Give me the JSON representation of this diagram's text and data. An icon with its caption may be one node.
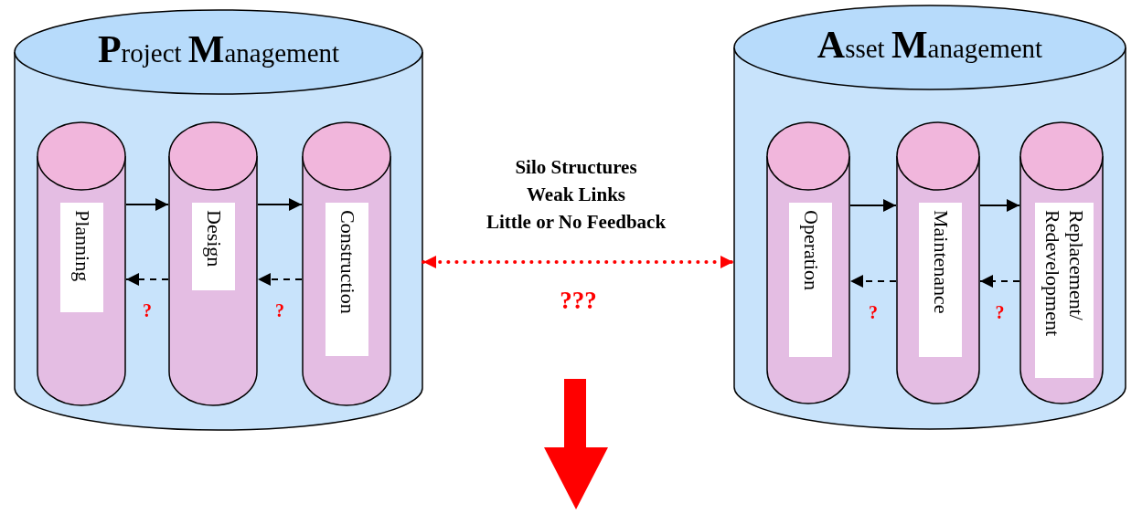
{
  "diagram": {
    "nodes": [
      {
        "text": [
          "**P**roject **M**anagement"
        ]
      },
      {
        "text": [
          "Planning"
        ],
        "in": 0
      },
      {
        "text": [
          "Design"
        ],
        "in": 0
      },
      {
        "text": [
          "Construction"
        ],
        "in": 0
      },
      {
        "text": [
          "**A**sset **M**anagement"
        ]
      },
      {
        "text": [
          "Operation"
        ],
        "in": 4
      },
      {
        "text": [
          "Maintenance"
        ],
        "in": 4
      },
      {
        "text": [
          "Replacement/ Redevelopment"
        ],
        "in": 4
      }
    ],
    "edges": [
      {
        "from": 1,
        "to": 2,
        "arrow": "to"
      },
      {
        "from": 2,
        "to": 3,
        "arrow": "to"
      },
      {
        "from": 2,
        "to": 1,
        "arrow": "to",
        "style": "dashed",
        "label": "?"
      },
      {
        "from": 3,
        "to": 2,
        "arrow": "to",
        "style": "dashed",
        "label": "?"
      },
      {
        "from": 5,
        "to": 6,
        "arrow": "to"
      },
      {
        "from": 6,
        "to": 7,
        "arrow": "to"
      },
      {
        "from": 6,
        "to": 5,
        "arrow": "to",
        "style": "dashed",
        "label": "?"
      },
      {
        "from": 7,
        "to": 6,
        "arrow": "to",
        "style": "dashed",
        "label": "?"
      },
      {
        "from": 0,
        "to": 4,
        "arrow": "both",
        "style": "dashed",
        "color": "#ff0000",
        "label": "???"
      }
    ],
    "labels": [
      "Silo Structures",
      "Weak Links",
      "Little or No Feedback"
    ]
  }
}
